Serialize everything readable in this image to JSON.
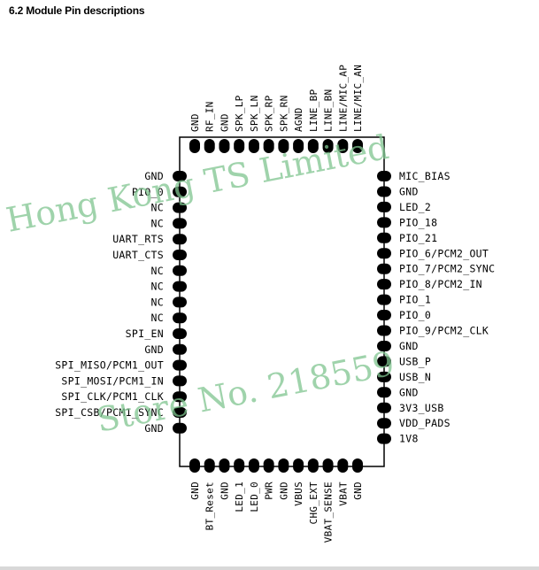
{
  "heading": "6.2 Module Pin descriptions",
  "pins": {
    "top": [
      "GND",
      "RF_IN",
      "GND",
      "SPK_LP",
      "SPK_LN",
      "SPK_RP",
      "SPK_RN",
      "AGND",
      "LINE_BP",
      "LINE_BN",
      "LINE/MIC_AP",
      "LINE/MIC_AN"
    ],
    "bottom": [
      "GND",
      "BT_Reset",
      "GND",
      "LED_1",
      "LED_0",
      "PWR",
      "GND",
      "VBUS",
      "CHG_EXT",
      "VBAT_SENSE",
      "VBAT",
      "GND"
    ],
    "left": [
      "GND",
      "PIO_0",
      "NC",
      "NC",
      "UART_RTS",
      "UART_CTS",
      "NC",
      "NC",
      "NC",
      "NC",
      "SPI_EN",
      "GND",
      "SPI_MISO/PCM1_OUT",
      "SPI_MOSI/PCM1_IN",
      "SPI_CLK/PCM1_CLK",
      "SPI_CSB/PCM1_SYNC",
      "GND"
    ],
    "right": [
      "MIC_BIAS",
      "GND",
      "LED_2",
      "PIO_18",
      "PIO_21",
      "PIO_6/PCM2_OUT",
      "PIO_7/PCM2_SYNC",
      "PIO_8/PCM2_IN",
      "PIO_1",
      "PIO_0",
      "PIO_9/PCM2_CLK",
      "GND",
      "USB_P",
      "USB_N",
      "GND",
      "3V3_USB",
      "VDD_PADS",
      "1V8"
    ]
  },
  "watermark": {
    "line1": "Hong Kong TS Limited",
    "line2": "Store No. 218559"
  },
  "colors": {
    "pin": "#000000",
    "outline": "#000000",
    "watermark": "#7fc48f"
  }
}
